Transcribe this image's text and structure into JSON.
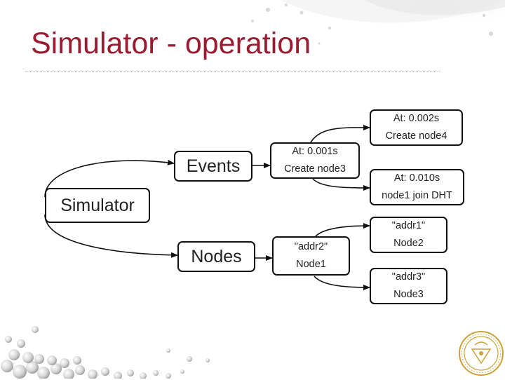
{
  "slide": {
    "title": "Simulator - operation"
  },
  "diagram": {
    "simulator": "Simulator",
    "events": "Events",
    "nodes": "Nodes",
    "event_items": [
      {
        "line1": "At: 0.001s",
        "line2": "Create node3"
      },
      {
        "line1": "At: 0.002s",
        "line2": "Create node4"
      },
      {
        "line1": "At: 0.010s",
        "line2": "node1 join DHT"
      }
    ],
    "node_items": [
      {
        "line1": "\"addr2\"",
        "line2": "Node1"
      },
      {
        "line1": "\"addr1\"",
        "line2": "Node2"
      },
      {
        "line1": "\"addr3\"",
        "line2": "Node3"
      }
    ]
  },
  "colors": {
    "title": "#9b1b30",
    "seal": "#c9a23a"
  },
  "icons": [
    "university-seal-icon",
    "decorative-spheres"
  ]
}
